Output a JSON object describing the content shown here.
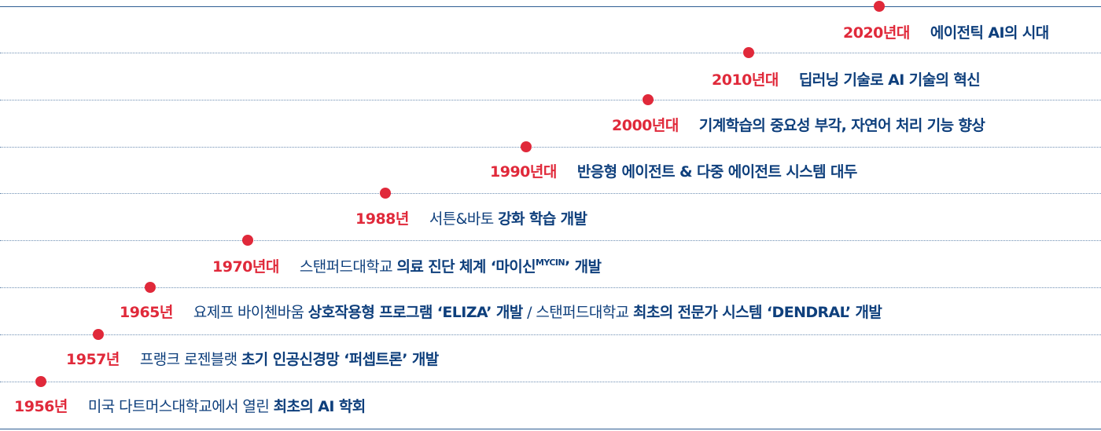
{
  "colors": {
    "year": "#e0293a",
    "dot": "#e0293a",
    "text": "#0e3f7c",
    "line": "#6f8fb3"
  },
  "events": [
    {
      "year": "2020년대",
      "parts": [
        {
          "t": "에이전틱 AI의 시대",
          "b": true
        }
      ]
    },
    {
      "year": "2010년대",
      "parts": [
        {
          "t": "딥러닝 기술로 AI 기술의 혁신",
          "b": true
        }
      ]
    },
    {
      "year": "2000년대",
      "parts": [
        {
          "t": "기계학습의 중요성 부각, 자연어 처리 기능 향상",
          "b": true
        }
      ]
    },
    {
      "year": "1990년대",
      "parts": [
        {
          "t": "반응형 에이전트 & 다중 에이전트 시스템 대두",
          "b": true
        }
      ]
    },
    {
      "year": "1988년",
      "parts": [
        {
          "t": "서튼&바토 ",
          "b": false
        },
        {
          "t": "강화 학습 개발",
          "b": true
        }
      ]
    },
    {
      "year": "1970년대",
      "parts": [
        {
          "t": "스탠퍼드대학교 ",
          "b": false
        },
        {
          "t": "의료 진단 체계 ‘마이신",
          "b": true
        },
        {
          "t": "MYCIN",
          "b": true,
          "sup": true
        },
        {
          "t": "’ 개발",
          "b": true
        }
      ]
    },
    {
      "year": "1965년",
      "parts": [
        {
          "t": "요제프 바이첸바움 ",
          "b": false
        },
        {
          "t": "상호작용형 프로그램 ‘ELIZA’ 개발",
          "b": true
        },
        {
          "t": " / 스탠퍼드대학교 ",
          "b": false
        },
        {
          "t": "최초의 전문가 시스템 ‘DENDRAL’ 개발",
          "b": true
        }
      ]
    },
    {
      "year": "1957년",
      "parts": [
        {
          "t": "프랭크 로젠블랫 ",
          "b": false
        },
        {
          "t": "초기 인공신경망 ‘퍼셉트론’ 개발",
          "b": true
        }
      ]
    },
    {
      "year": "1956년",
      "parts": [
        {
          "t": "미국 다트머스대학교에서 열린 ",
          "b": false
        },
        {
          "t": "최초의 AI 학회",
          "b": true
        }
      ]
    }
  ]
}
